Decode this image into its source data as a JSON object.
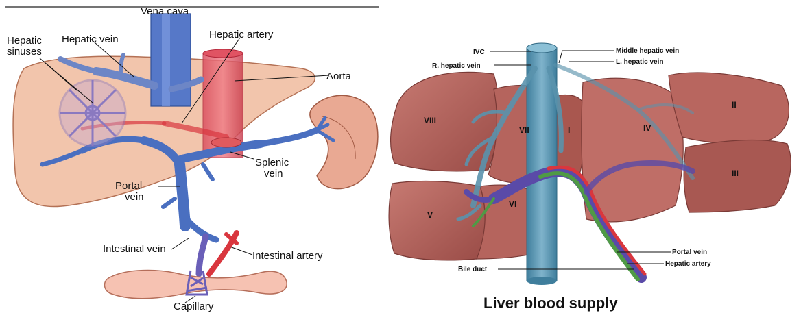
{
  "left_diagram": {
    "labels": {
      "vena_cava": "Vena cava",
      "hepatic_vein": "Hepatic vein",
      "hepatic_sinuses_line1": "Hepatic",
      "hepatic_sinuses_line2": "sinuses",
      "hepatic_artery": "Hepatic artery",
      "aorta": "Aorta",
      "splenic_vein_line1": "Splenic",
      "splenic_vein_line2": "vein",
      "portal_vein_line1": "Portal",
      "portal_vein_line2": "vein",
      "intestinal_vein": "Intestinal vein",
      "intestinal_artery": "Intestinal artery",
      "capillary": "Capillary"
    }
  },
  "right_diagram": {
    "title": "Liver blood supply",
    "labels": {
      "ivc": "IVC",
      "middle_hepatic_vein": "Middle hepatic vein",
      "r_hepatic_vein": "R. hepatic vein",
      "l_hepatic_vein": "L. hepatic vein",
      "portal_vein": "Portal vein",
      "hepatic_artery": "Hepatic artery",
      "bile_duct": "Bile duct"
    },
    "segments": [
      "VIII",
      "VII",
      "I",
      "IV",
      "II",
      "III",
      "V",
      "VI"
    ]
  },
  "colors": {
    "liver_left": "#f2c2a8",
    "liver_right": "#b5645d",
    "vein_blue": "#4a6fc0",
    "artery_red": "#d9363e",
    "ivc_teal": "#5a93ad",
    "bile_green": "#4f9a45",
    "artery_purple": "#5a4aa8"
  }
}
